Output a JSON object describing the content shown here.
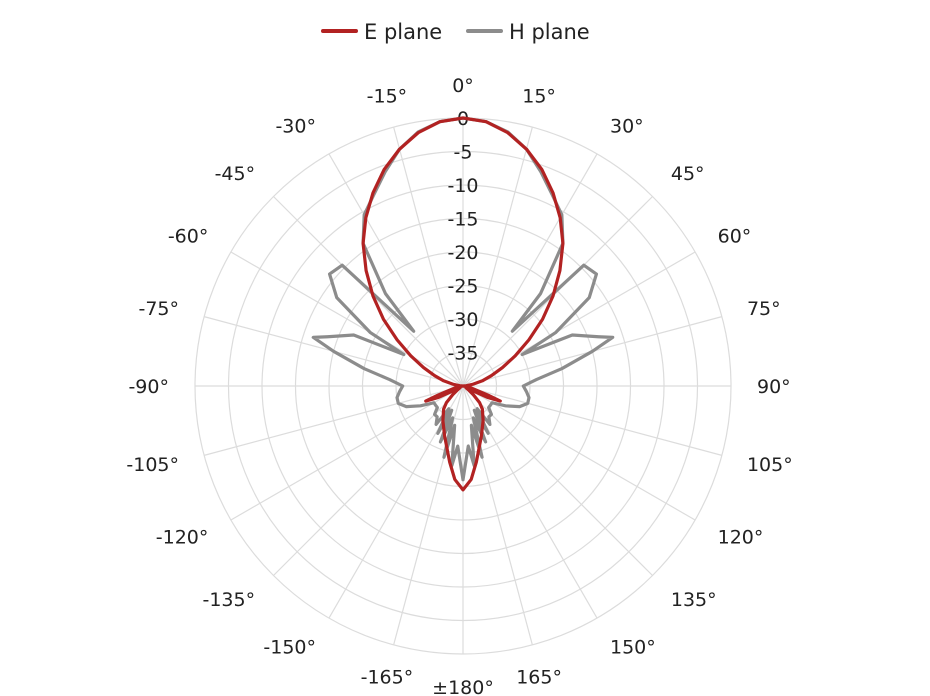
{
  "chart_data": {
    "type": "polar-line",
    "title": "",
    "angle_unit": "degrees",
    "angle_zero": "top",
    "angle_direction": "clockwise",
    "angle_ticks": [
      "0°",
      "15°",
      "30°",
      "45°",
      "60°",
      "75°",
      "90°",
      "105°",
      "120°",
      "135°",
      "150°",
      "165°",
      "±180°",
      "-165°",
      "-150°",
      "-135°",
      "-120°",
      "-105°",
      "-90°",
      "-75°",
      "-60°",
      "-45°",
      "-30°",
      "-15°"
    ],
    "radial_ticks": [
      "0",
      "-5",
      "-10",
      "-15",
      "-20",
      "-25",
      "-30",
      "-35"
    ],
    "rlim": [
      -40,
      0
    ],
    "grid": true,
    "legend_position": "top-center",
    "series": [
      {
        "name": "E plane",
        "color": "#b22222",
        "theta": [
          -180,
          -175,
          -170,
          -160,
          -150,
          -140,
          -135,
          -130,
          -125,
          -120,
          -115,
          -112,
          -110,
          -105,
          -100,
          -95,
          -90,
          -85,
          -80,
          -75,
          -70,
          -65,
          -60,
          -55,
          -50,
          -45,
          -40,
          -35,
          -30,
          -25,
          -20,
          -15,
          -10,
          -5,
          0,
          5,
          10,
          15,
          20,
          25,
          30,
          35,
          40,
          45,
          50,
          55,
          60,
          65,
          70,
          75,
          80,
          85,
          90,
          95,
          100,
          105,
          110,
          112,
          115,
          120,
          125,
          130,
          135,
          140,
          150,
          160,
          170,
          175,
          180
        ],
        "values": [
          -24.5,
          -26,
          -28.5,
          -32,
          -34,
          -35.5,
          -36.5,
          -38,
          -39,
          -39.5,
          -36,
          -34,
          -36,
          -38.5,
          -39,
          -39.5,
          -40,
          -39.5,
          -38.5,
          -37,
          -35.5,
          -33.5,
          -31,
          -28,
          -24.5,
          -21,
          -17.5,
          -14,
          -11,
          -8.2,
          -5.6,
          -3.4,
          -1.6,
          -0.4,
          0,
          -0.4,
          -1.6,
          -3.4,
          -5.6,
          -8.2,
          -11,
          -14,
          -17.5,
          -21,
          -24.5,
          -28,
          -31,
          -33.5,
          -35.5,
          -37,
          -38.5,
          -39.5,
          -40,
          -39.5,
          -39,
          -38.5,
          -36,
          -34,
          -36,
          -39.5,
          -39,
          -38,
          -36.5,
          -35.5,
          -34,
          -32,
          -28.5,
          -26,
          -24.5
        ]
      },
      {
        "name": "H plane",
        "color": "#8c8c8c",
        "theta": [
          -180,
          -175,
          -172,
          -168,
          -165,
          -162,
          -158,
          -155,
          -152,
          -148,
          -145,
          -140,
          -135,
          -130,
          -125,
          -120,
          -115,
          -110,
          -105,
          -100,
          -95,
          -90,
          -85,
          -80,
          -75,
          -72,
          -70,
          -65,
          -62,
          -60,
          -55,
          -50,
          -45,
          -42,
          -40,
          -35,
          -30,
          -25,
          -20,
          -15,
          -10,
          -5,
          0,
          5,
          10,
          15,
          20,
          25,
          30,
          35,
          40,
          42,
          45,
          50,
          55,
          60,
          62,
          65,
          70,
          72,
          75,
          80,
          85,
          90,
          95,
          100,
          105,
          110,
          115,
          120,
          125,
          130,
          135,
          140,
          145,
          148,
          152,
          155,
          158,
          162,
          165,
          168,
          172,
          175,
          180
        ],
        "values": [
          -26,
          -31,
          -28,
          -34,
          -29,
          -35,
          -31,
          -36,
          -32,
          -36,
          -33,
          -34,
          -34,
          -35,
          -35,
          -35,
          -33,
          -31,
          -30,
          -30,
          -30.5,
          -31,
          -29,
          -25,
          -20,
          -16.5,
          -18.5,
          -22,
          -30,
          -24,
          -17,
          -14,
          -14.5,
          -29,
          -22,
          -14,
          -10.5,
          -8.5,
          -6,
          -3.4,
          -1.5,
          -0.4,
          0,
          -0.4,
          -1.5,
          -3.4,
          -6,
          -8.5,
          -10.5,
          -14,
          -22,
          -29,
          -14.5,
          -14,
          -17,
          -24,
          -30,
          -22,
          -18.5,
          -16.5,
          -20,
          -25,
          -29,
          -31,
          -30.5,
          -30,
          -30,
          -31,
          -33,
          -35,
          -35,
          -35,
          -34,
          -34,
          -33,
          -36,
          -32,
          -36,
          -31,
          -35,
          -29,
          -34,
          -28,
          -31,
          -26
        ]
      }
    ]
  }
}
